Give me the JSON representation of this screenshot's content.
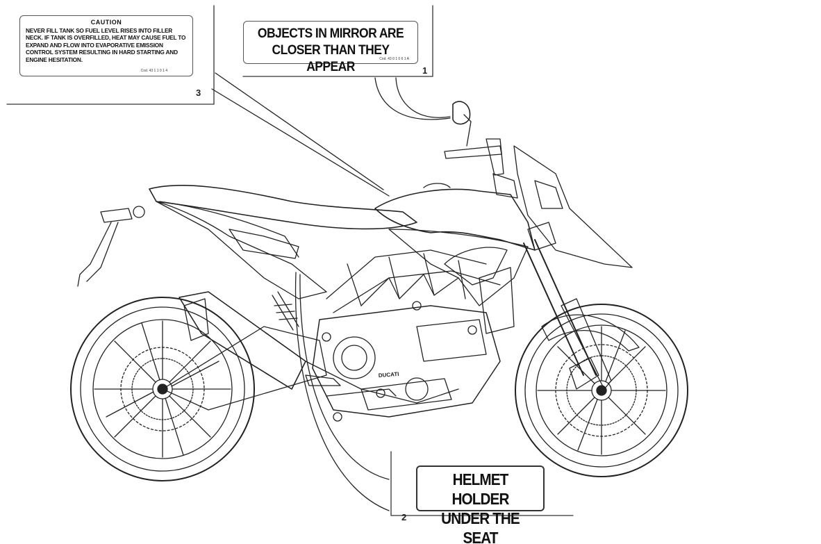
{
  "labels": {
    "caution": {
      "title": "CAUTION",
      "text": "NEVER FILL TANK SO FUEL LEVEL RISES INTO FILLER NECK. IF TANK IS OVERFILLED, HEAT MAY CAUSE FUEL TO EXPAND AND FLOW INTO EVAPORATIVE EMISSION CONTROL SYSTEM RESULTING IN HARD STARTING AND ENGINE HESITATION.",
      "code": "Cod. 43 1 1 0 1 4"
    },
    "mirror": {
      "line1": "OBJECTS IN MIRROR ARE",
      "line2": "CLOSER THAN THEY APPEAR",
      "code": "Cod. 43 0 1 0 6 1 A"
    },
    "helmet": {
      "line1": "HELMET HOLDER",
      "line2": "UNDER THE SEAT"
    }
  },
  "callouts": {
    "one": "1",
    "two": "2",
    "three": "3"
  },
  "motorcycle": {
    "brand_text": "DUCATI"
  }
}
